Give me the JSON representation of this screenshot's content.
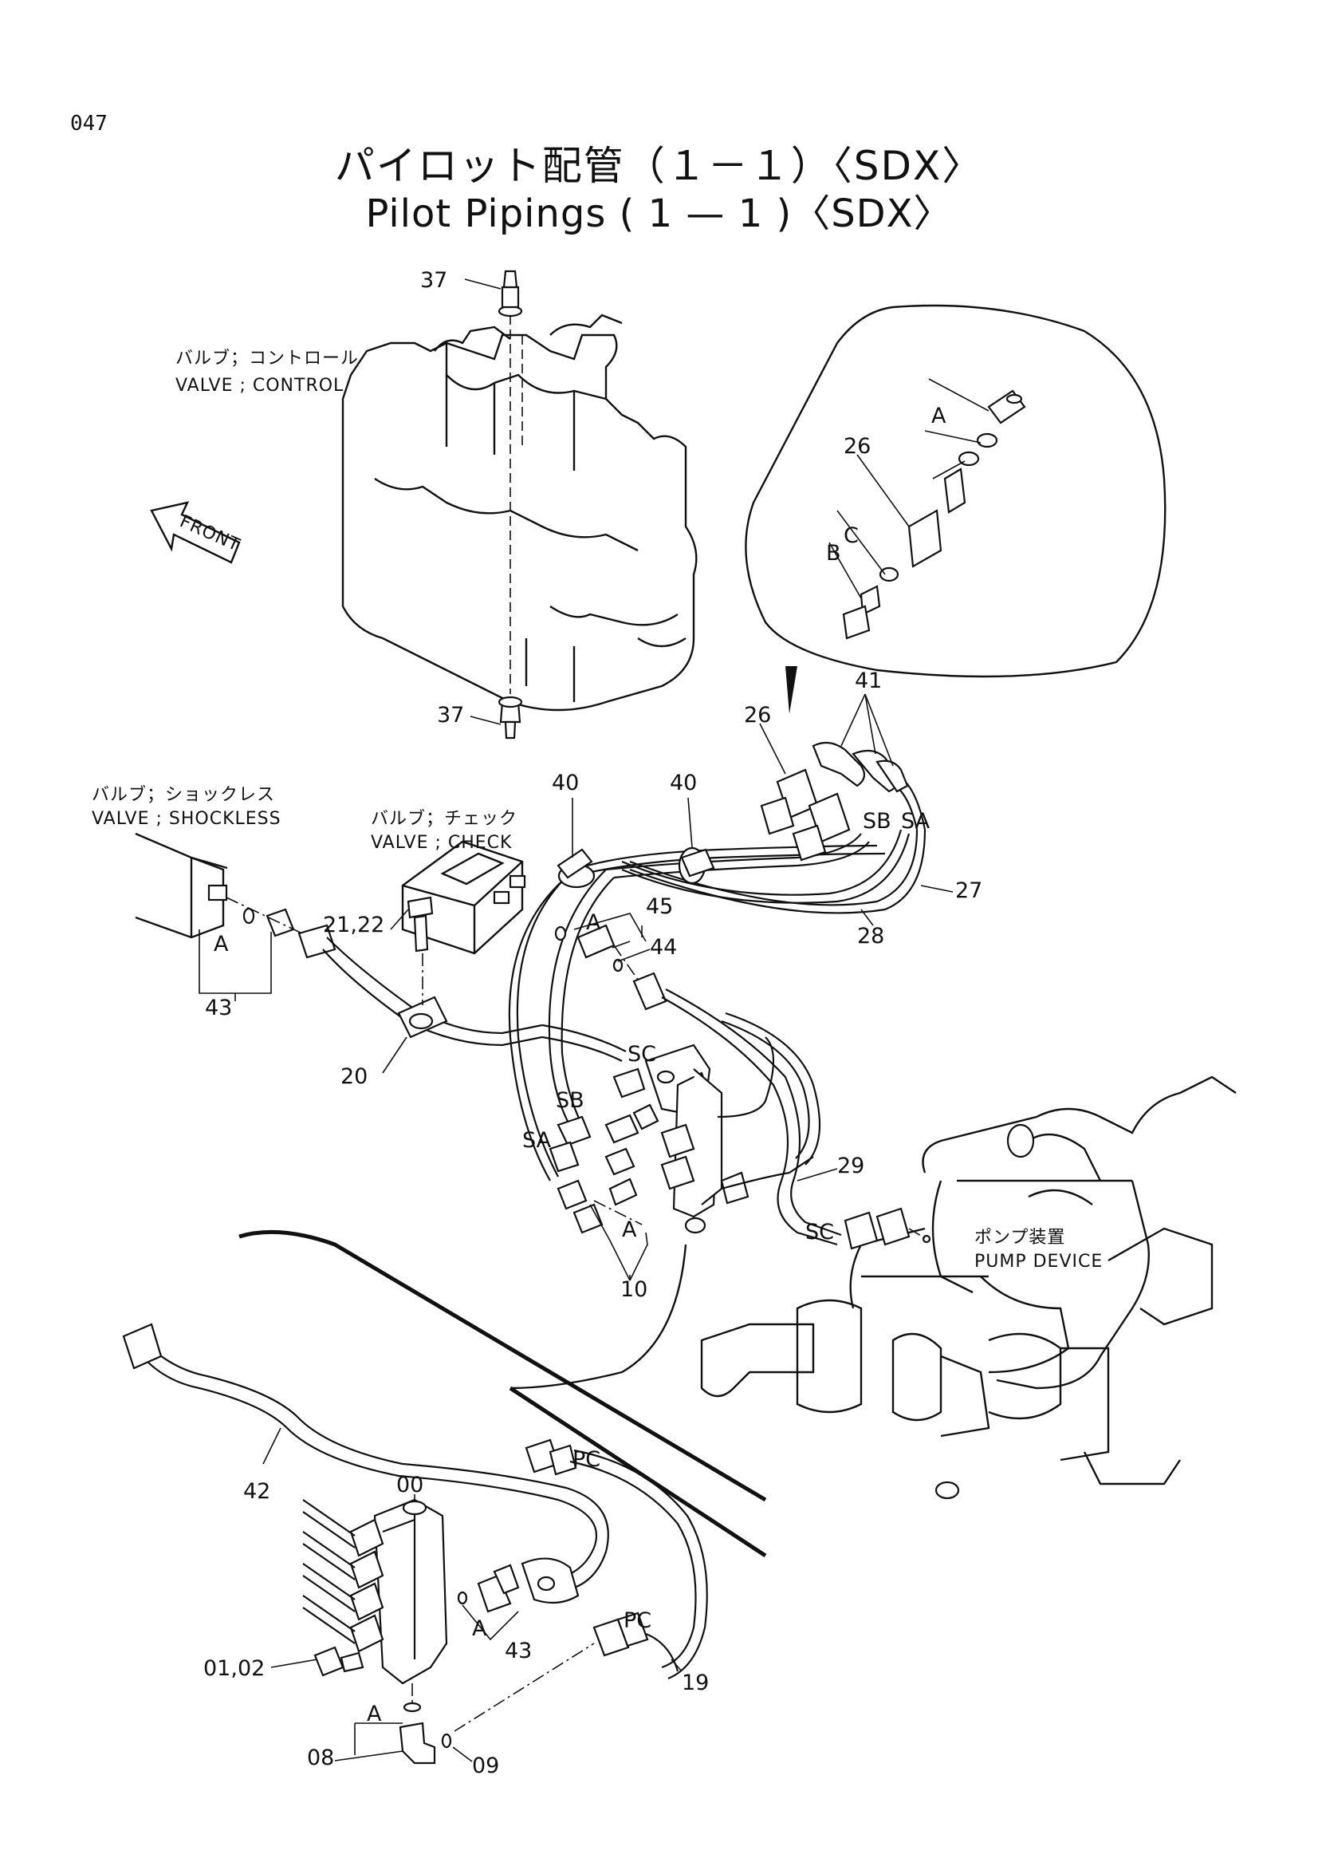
{
  "page_number": "047",
  "title_jp": "パイロット配管（１－１）〈SDX〉",
  "title_en": "Pilot Pipings ( 1 — 1 )〈SDX〉",
  "front_arrow": "FRONT",
  "component_labels": {
    "control_valve_jp": "バルブ；コントロール",
    "control_valve_en": "VALVE ; CONTROL",
    "shockless_valve_jp": "バルブ；ショックレス",
    "shockless_valve_en": "VALVE ; SHOCKLESS",
    "check_valve_jp": "バルブ；チェック",
    "check_valve_en": "VALVE ; CHECK",
    "pump_jp": "ポンプ装置",
    "pump_en": "PUMP DEVICE"
  },
  "callouts": {
    "c37_top": "37",
    "c37_bottom": "37",
    "c26_detail": "26",
    "cA_detail": "A",
    "cC_detail": "C",
    "cB_detail": "B",
    "c26": "26",
    "c41": "41",
    "c40_left": "40",
    "c40_right": "40",
    "cSB_top": "SB",
    "cSA_top": "SA",
    "c27": "27",
    "c28": "28",
    "c45": "45",
    "cA_45": "A",
    "c44": "44",
    "c21_22": "21,22",
    "cA_43": "A",
    "c43_top": "43",
    "c20": "20",
    "cSC_mid": "SC",
    "cSB_mid": "SB",
    "cSA_mid": "SA",
    "c29": "29",
    "cSC_low": "SC",
    "cA_10": "A",
    "c10": "10",
    "c42": "42",
    "c00": "00",
    "cPC_top": "PC",
    "cPC_low": "PC",
    "c19": "19",
    "cA_43b": "A",
    "c43_bottom": "43",
    "c01_02": "01,02",
    "cA_08": "A",
    "c08": "08",
    "c09": "09"
  }
}
